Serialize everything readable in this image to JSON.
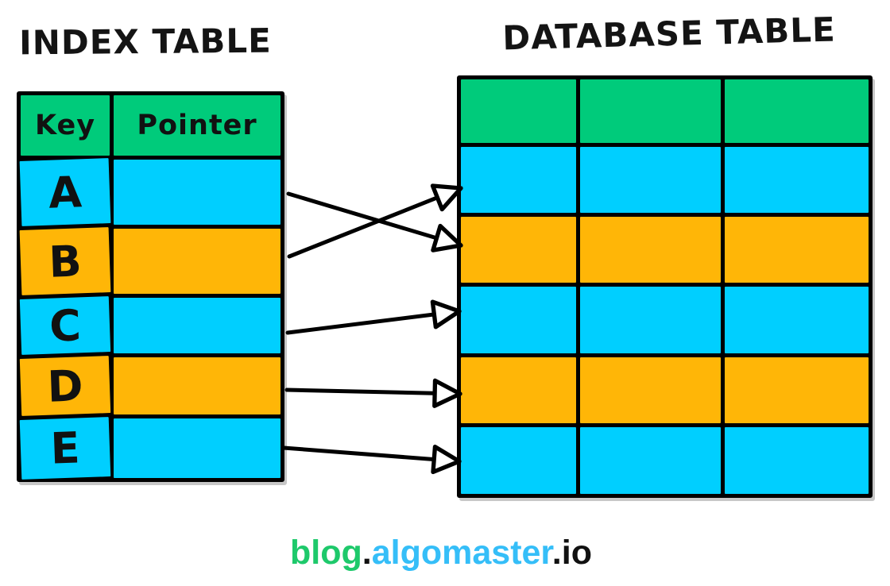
{
  "index_table": {
    "title": "INDEX TABLE",
    "header": {
      "key_label": "Key",
      "pointer_label": "Pointer",
      "color": "#00CB7B"
    },
    "rows": [
      {
        "key": "A",
        "pointer": "",
        "color": "#00CFFF"
      },
      {
        "key": "B",
        "pointer": "",
        "color": "#FFB607"
      },
      {
        "key": "C",
        "pointer": "",
        "color": "#00CFFF"
      },
      {
        "key": "D",
        "pointer": "",
        "color": "#FFB607"
      },
      {
        "key": "E",
        "pointer": "",
        "color": "#00CFFF"
      }
    ]
  },
  "database_table": {
    "title": "DATABASE TABLE",
    "columns": 3,
    "header_color": "#00CB7B",
    "rows": [
      {
        "row": 1,
        "color": "#00CFFF"
      },
      {
        "row": 2,
        "color": "#FFB607"
      },
      {
        "row": 3,
        "color": "#00CFFF"
      },
      {
        "row": 4,
        "color": "#FFB607"
      },
      {
        "row": 5,
        "color": "#00CFFF"
      }
    ]
  },
  "arrows": {
    "stroke_color": "#000000",
    "head_fill": "#ffffff",
    "links": [
      {
        "from_key": "A",
        "to_db_row": 2
      },
      {
        "from_key": "B",
        "to_db_row": 1
      },
      {
        "from_key": "C",
        "to_db_row": 3
      },
      {
        "from_key": "D",
        "to_db_row": 4
      },
      {
        "from_key": "E",
        "to_db_row": 5
      }
    ]
  },
  "branding": {
    "segments": [
      {
        "text": "blog",
        "color": "#1EC96B"
      },
      {
        "text": ".",
        "color": "#111111"
      },
      {
        "text": "algomaster",
        "color": "#35BEF8"
      },
      {
        "text": ".",
        "color": "#111111"
      },
      {
        "text": "io",
        "color": "#111111"
      }
    ]
  }
}
